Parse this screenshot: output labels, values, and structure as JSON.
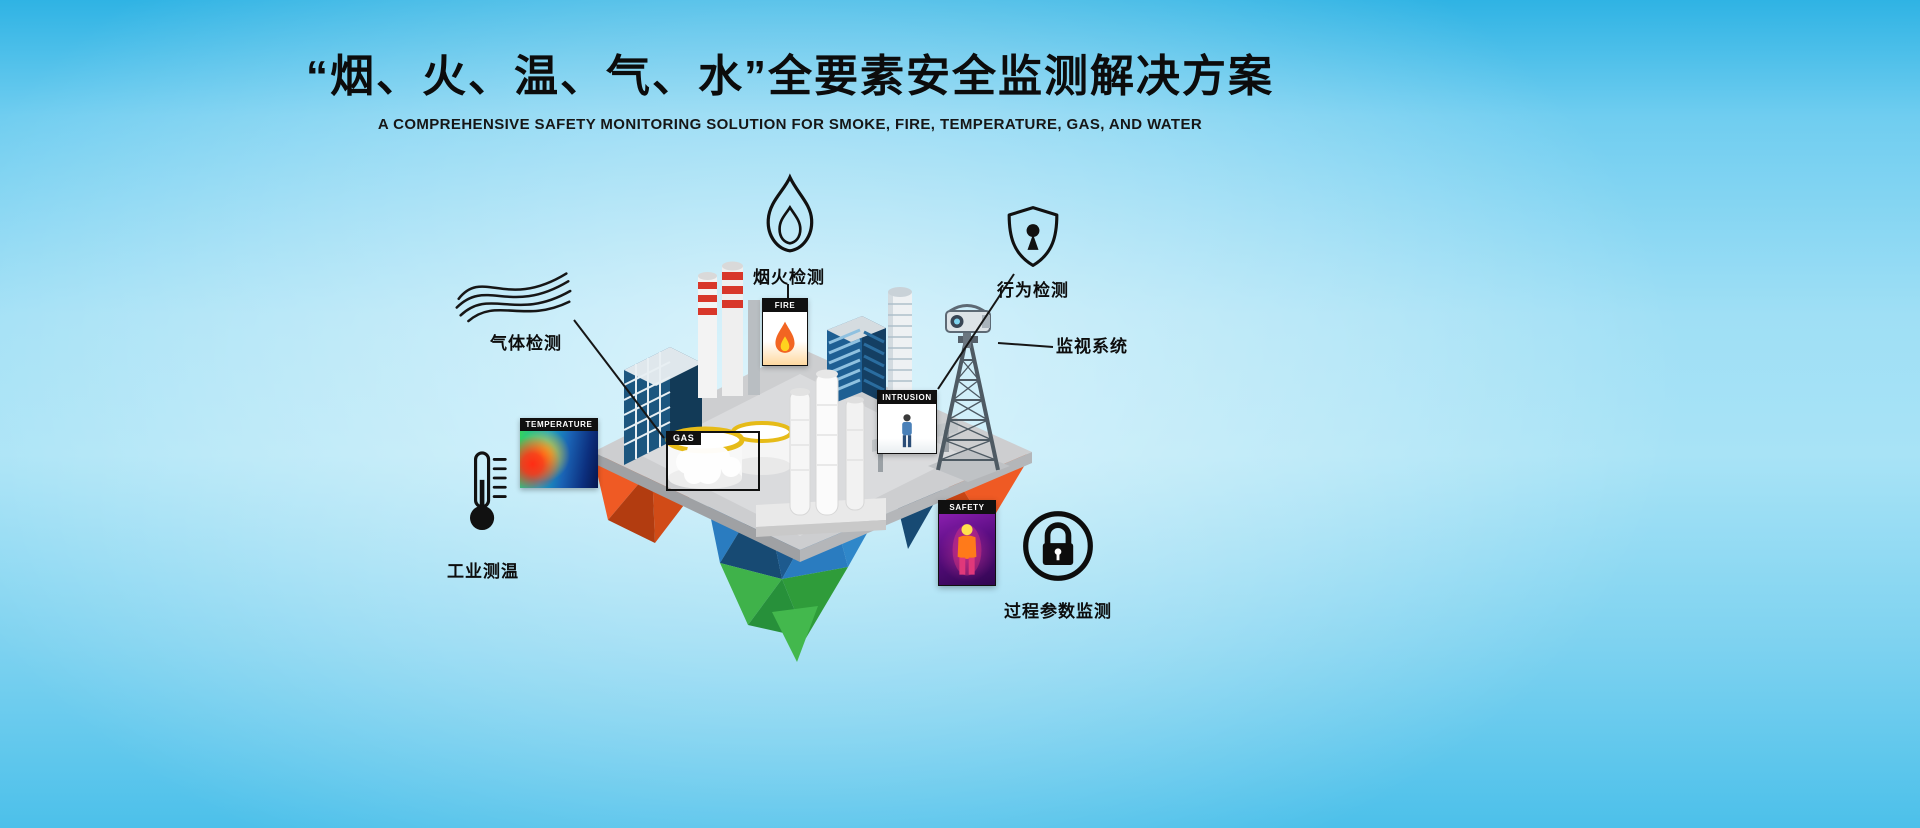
{
  "header": {
    "title": "“烟、火、温、气、水”全要素安全监测解决方案",
    "subtitle": "A COMPREHENSIVE SAFETY MONITORING SOLUTION FOR SMOKE, FIRE, TEMPERATURE, GAS, AND WATER"
  },
  "callouts": {
    "gas": {
      "label": "气体检测",
      "icon": "gas-waves-icon"
    },
    "smoke_fire": {
      "label": "烟火检测",
      "icon": "flame-icon"
    },
    "behavior": {
      "label": "行为检测",
      "icon": "shield-keyhole-icon"
    },
    "surveillance": {
      "label": "监视系统",
      "icon": "surveillance-camera"
    },
    "industrial_temp": {
      "label": "工业测温",
      "icon": "thermometer-icon"
    },
    "process_params": {
      "label": "过程参数监测",
      "icon": "lock-icon"
    }
  },
  "detection_tiles": {
    "temperature": "TEMPERATURE",
    "fire": "FIRE",
    "gas": "GAS",
    "intrusion": "INTRUSION",
    "safety": "SAFETY"
  },
  "colors": {
    "background_top": "#2fb3e4",
    "background_light": "#a8e3f6",
    "title_text": "#0c0c0c",
    "platform_gray": "#cdced0",
    "crystal_orange": "#ef5a24",
    "crystal_blue": "#1d5a8e",
    "crystal_green": "#3fb24a",
    "chip_black": "#101010",
    "chimney_red": "#d8372a",
    "tank_yellow": "#e6bb18",
    "fire_orange": "#f26522",
    "fire_yellow": "#ffd31e"
  }
}
